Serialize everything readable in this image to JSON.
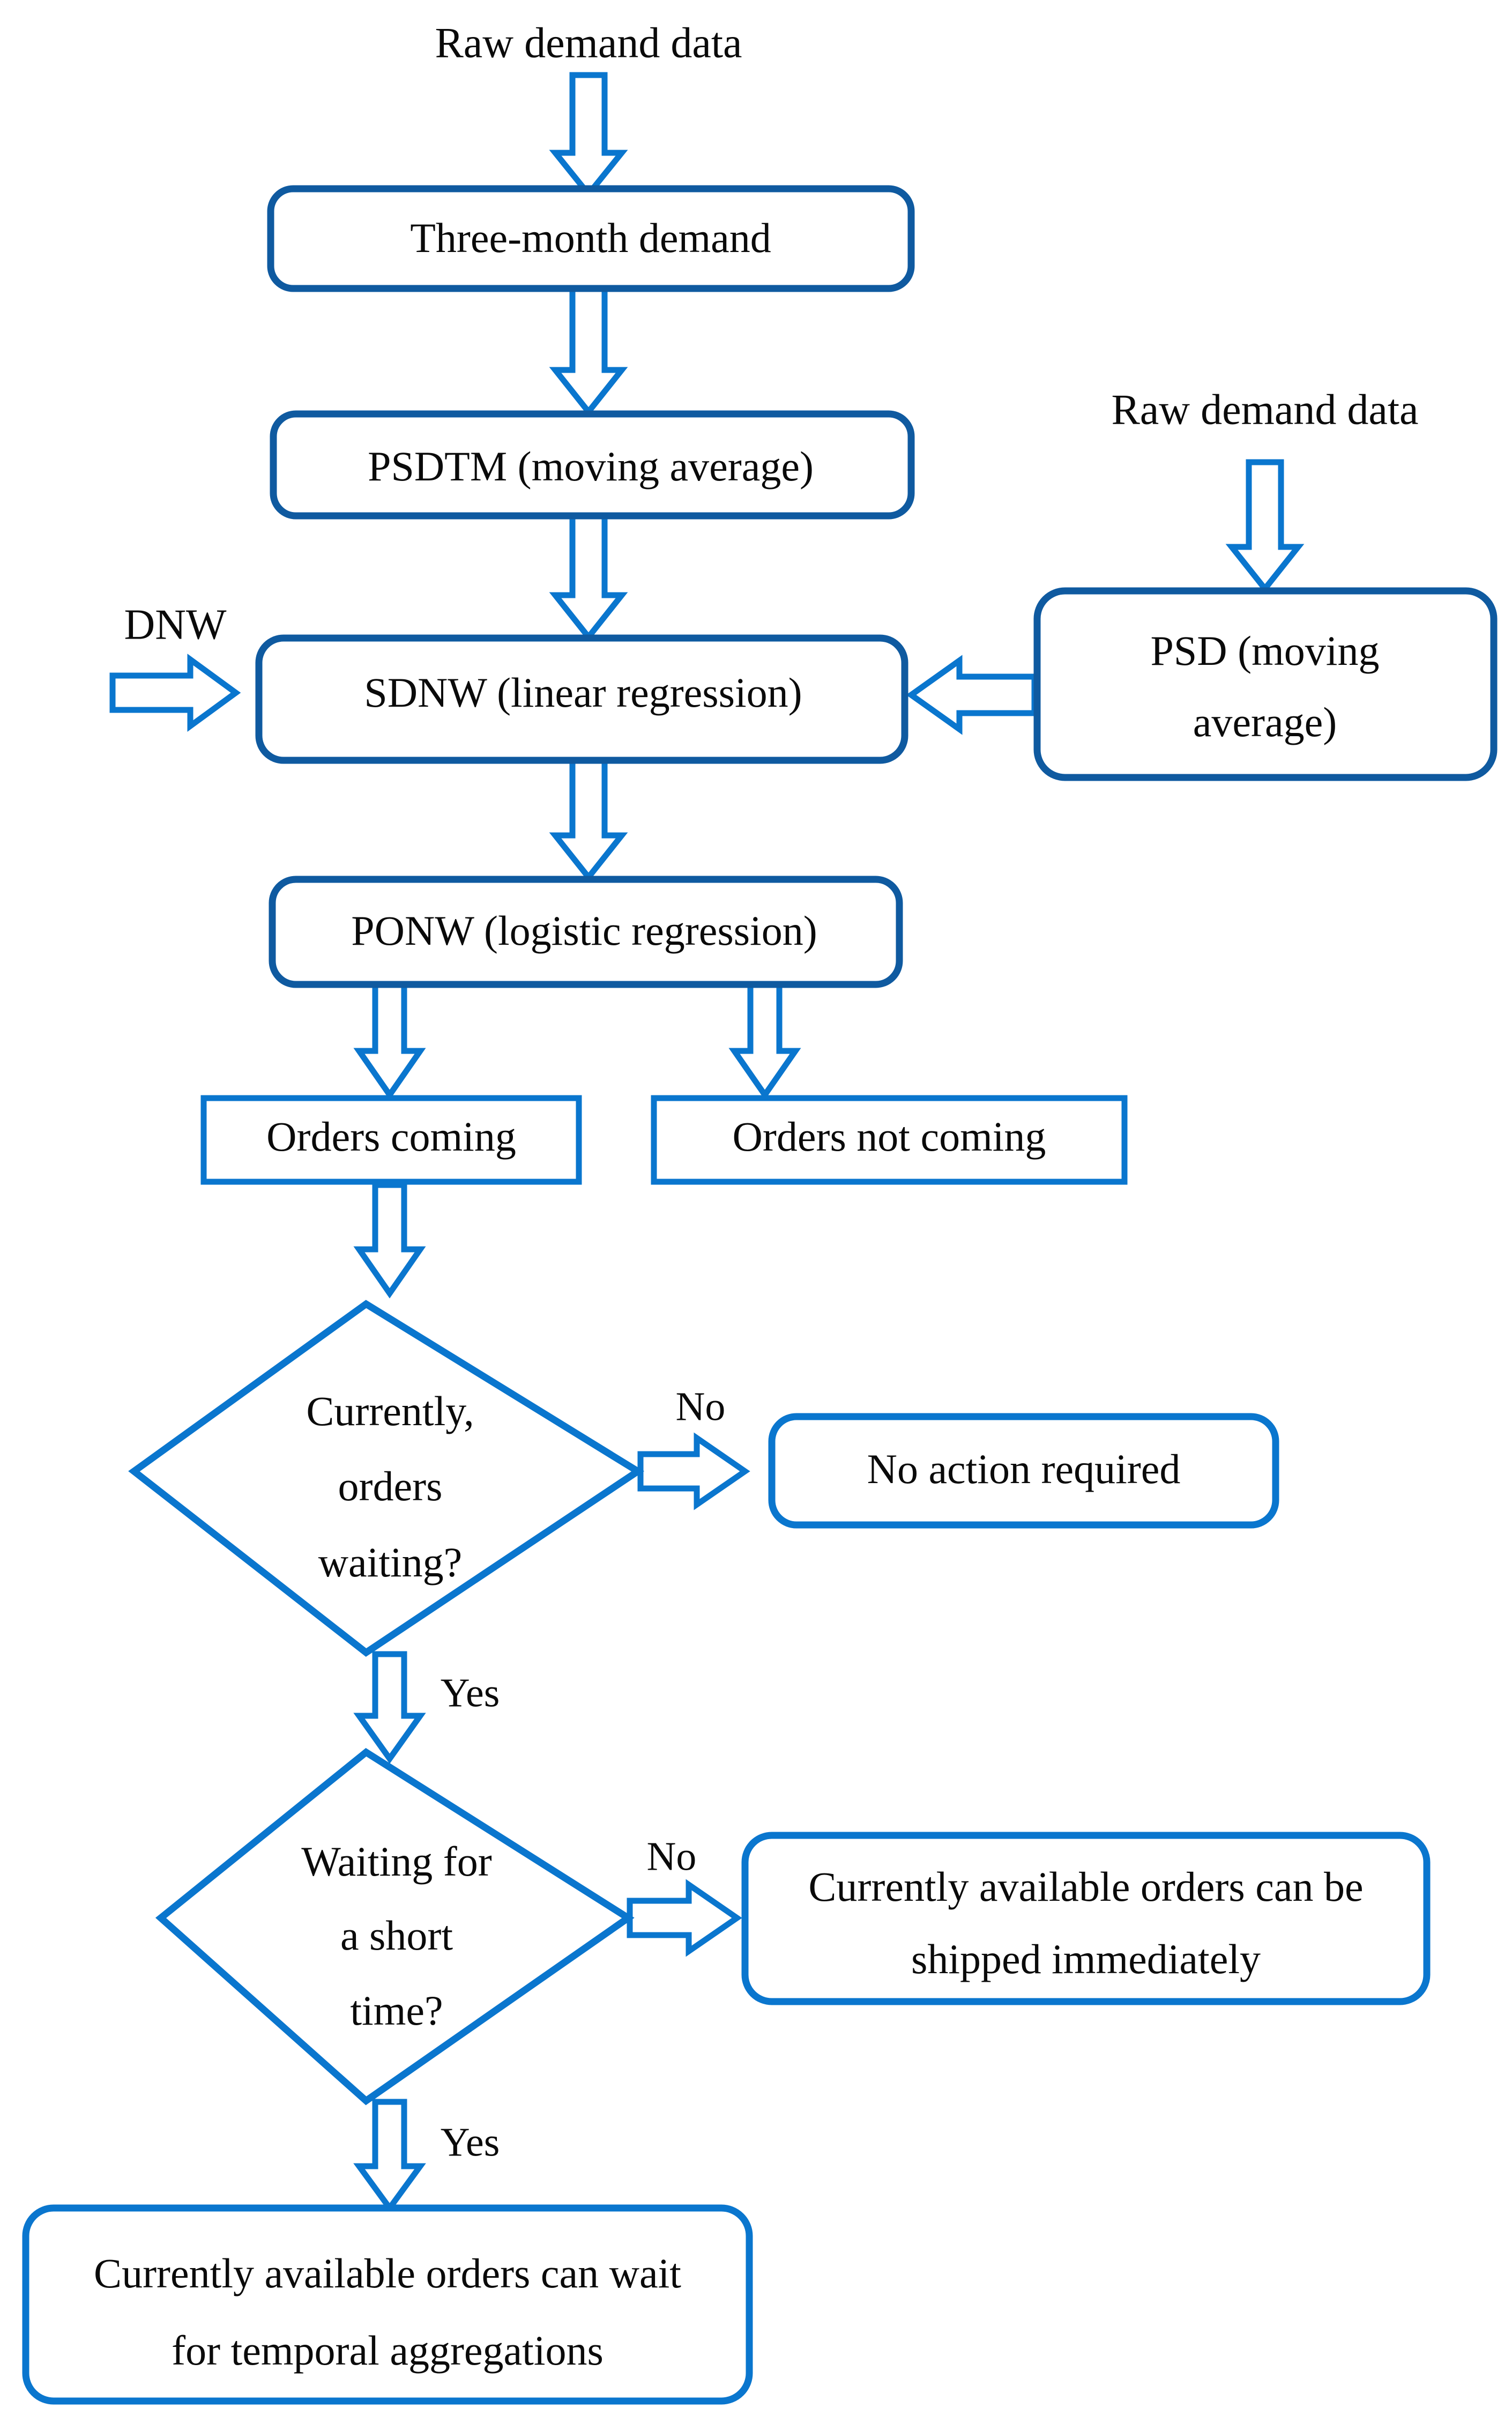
{
  "diagram": {
    "title": "Demand forecasting and order aggregation decision flowchart",
    "colors": {
      "box_border_dark": "#0F5AA0",
      "box_border_light": "#0A76CE",
      "arrow_stroke": "#0A76CE",
      "arrow_fill": "#FFFFFF",
      "text": "#0A0A0A",
      "background": "#FFFFFF"
    },
    "free_labels": [
      {
        "id": "raw-demand-data-top",
        "text": "Raw demand data"
      },
      {
        "id": "raw-demand-data-right",
        "text": "Raw demand data"
      },
      {
        "id": "dnw-input",
        "text": "DNW"
      }
    ],
    "nodes": [
      {
        "id": "three-month-demand",
        "shape": "rounded-rect",
        "lines": [
          "Three-month demand"
        ]
      },
      {
        "id": "psdtm",
        "shape": "rounded-rect",
        "lines": [
          "PSDTM (moving average)"
        ]
      },
      {
        "id": "sdnw",
        "shape": "rounded-rect",
        "lines": [
          "SDNW (linear regression)"
        ]
      },
      {
        "id": "psd",
        "shape": "rounded-rect",
        "lines": [
          "PSD (moving",
          "average)"
        ]
      },
      {
        "id": "ponw",
        "shape": "rounded-rect",
        "lines": [
          "PONW (logistic regression)"
        ]
      },
      {
        "id": "orders-coming",
        "shape": "rect",
        "lines": [
          "Orders coming"
        ]
      },
      {
        "id": "orders-not-coming",
        "shape": "rect",
        "lines": [
          "Orders not coming"
        ]
      },
      {
        "id": "decision-orders-waiting",
        "shape": "diamond",
        "lines": [
          "Currently,",
          "orders",
          "waiting?"
        ]
      },
      {
        "id": "no-action-required",
        "shape": "rounded-rect",
        "lines": [
          "No action required"
        ]
      },
      {
        "id": "decision-short-time",
        "shape": "diamond",
        "lines": [
          "Waiting for",
          "a short",
          "time?"
        ]
      },
      {
        "id": "ship-immediately",
        "shape": "rounded-rect",
        "lines": [
          "Currently available orders can be",
          "shipped immediately"
        ]
      },
      {
        "id": "wait-for-aggregations",
        "shape": "rounded-rect",
        "lines": [
          "Currently available orders can wait",
          "for temporal aggregations"
        ]
      }
    ],
    "edges": [
      {
        "id": "edge-raw-to-threemonth",
        "from": "raw-demand-data-top",
        "to": "three-month-demand",
        "direction": "down",
        "label": ""
      },
      {
        "id": "edge-threemonth-to-psdtm",
        "from": "three-month-demand",
        "to": "psdtm",
        "direction": "down",
        "label": ""
      },
      {
        "id": "edge-psdtm-to-sdnw",
        "from": "psdtm",
        "to": "sdnw",
        "direction": "down",
        "label": ""
      },
      {
        "id": "edge-dnw-to-sdnw",
        "from": "dnw-input",
        "to": "sdnw",
        "direction": "right",
        "label": ""
      },
      {
        "id": "edge-rawright-to-psd",
        "from": "raw-demand-data-right",
        "to": "psd",
        "direction": "down",
        "label": ""
      },
      {
        "id": "edge-psd-to-sdnw",
        "from": "psd",
        "to": "sdnw",
        "direction": "left",
        "label": ""
      },
      {
        "id": "edge-sdnw-to-ponw",
        "from": "sdnw",
        "to": "ponw",
        "direction": "down",
        "label": ""
      },
      {
        "id": "edge-ponw-to-orders-coming",
        "from": "ponw",
        "to": "orders-coming",
        "direction": "down",
        "label": ""
      },
      {
        "id": "edge-ponw-to-orders-not-coming",
        "from": "ponw",
        "to": "orders-not-coming",
        "direction": "down",
        "label": ""
      },
      {
        "id": "edge-orders-coming-to-decision1",
        "from": "orders-coming",
        "to": "decision-orders-waiting",
        "direction": "down",
        "label": ""
      },
      {
        "id": "edge-decision1-no",
        "from": "decision-orders-waiting",
        "to": "no-action-required",
        "direction": "right",
        "label": "No"
      },
      {
        "id": "edge-decision1-yes",
        "from": "decision-orders-waiting",
        "to": "decision-short-time",
        "direction": "down",
        "label": "Yes"
      },
      {
        "id": "edge-decision2-no",
        "from": "decision-short-time",
        "to": "ship-immediately",
        "direction": "right",
        "label": "No"
      },
      {
        "id": "edge-decision2-yes",
        "from": "decision-short-time",
        "to": "wait-for-aggregations",
        "direction": "down",
        "label": "Yes"
      }
    ],
    "edge_labels": {
      "decision1_no": "No",
      "decision1_yes": "Yes",
      "decision2_no": "No",
      "decision2_yes": "Yes"
    }
  }
}
